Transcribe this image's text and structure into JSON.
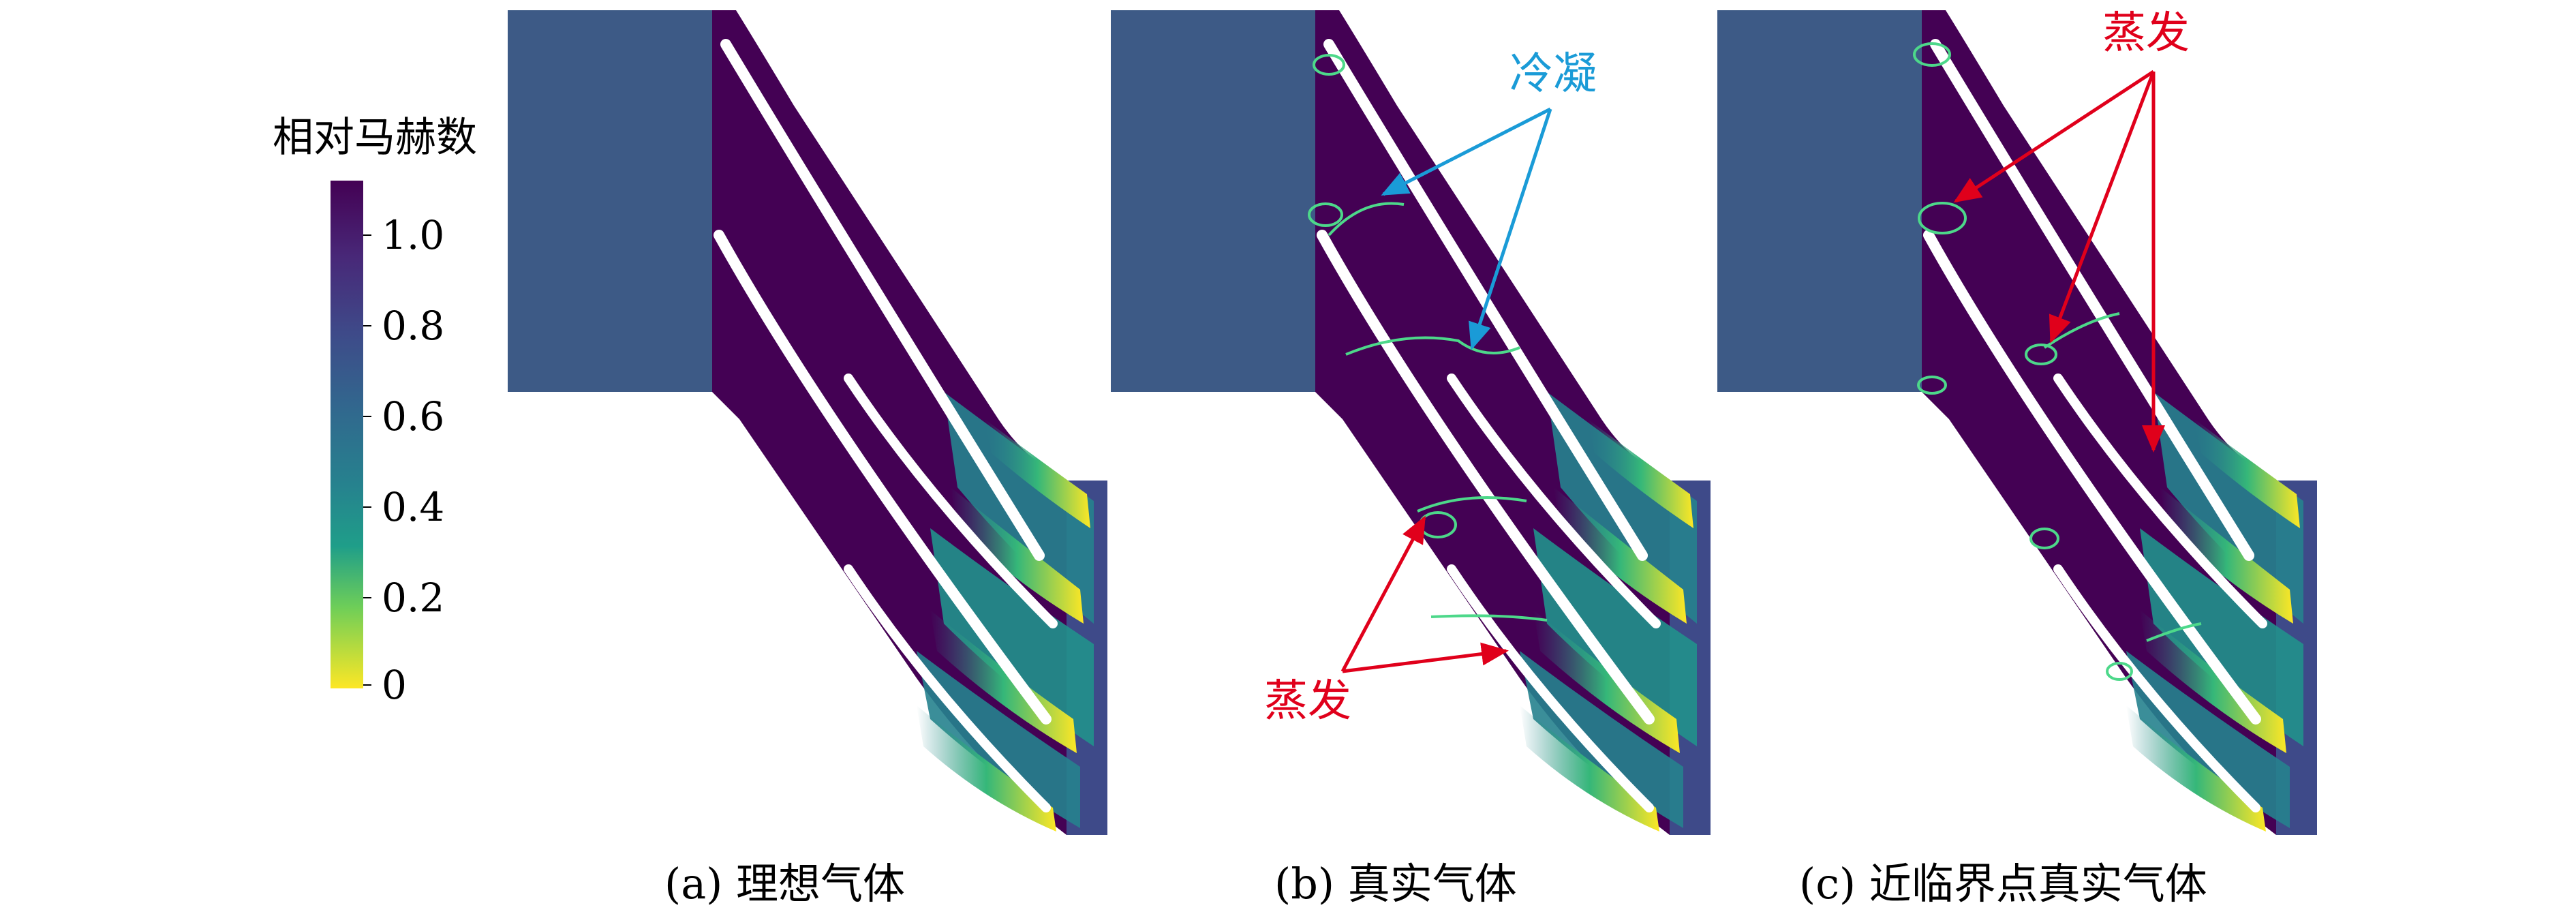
{
  "colorbar": {
    "title": "相对马赫数",
    "ticks": [
      "1.0",
      "0.8",
      "0.6",
      "0.4",
      "0.2",
      "0"
    ]
  },
  "panels": [
    {
      "caption": "(a) 理想气体"
    },
    {
      "caption": "(b) 真实气体"
    },
    {
      "caption": "(c) 近临界点真实气体"
    }
  ],
  "annotations": {
    "condensation": "冷凝",
    "evaporation_b": "蒸发",
    "evaporation_c": "蒸发"
  },
  "colors": {
    "dark_purple": "#440154",
    "purple": "#482878",
    "indigo": "#3e4a89",
    "slate_blue": "#3d5a86",
    "teal": "#26828e",
    "green": "#35b779",
    "yellow_green": "#b5de2b",
    "yellow": "#fde725",
    "condensation_arrow": "#1a9bd7",
    "evaporation_arrow": "#e0001b",
    "phase_line": "#4dd88a"
  }
}
